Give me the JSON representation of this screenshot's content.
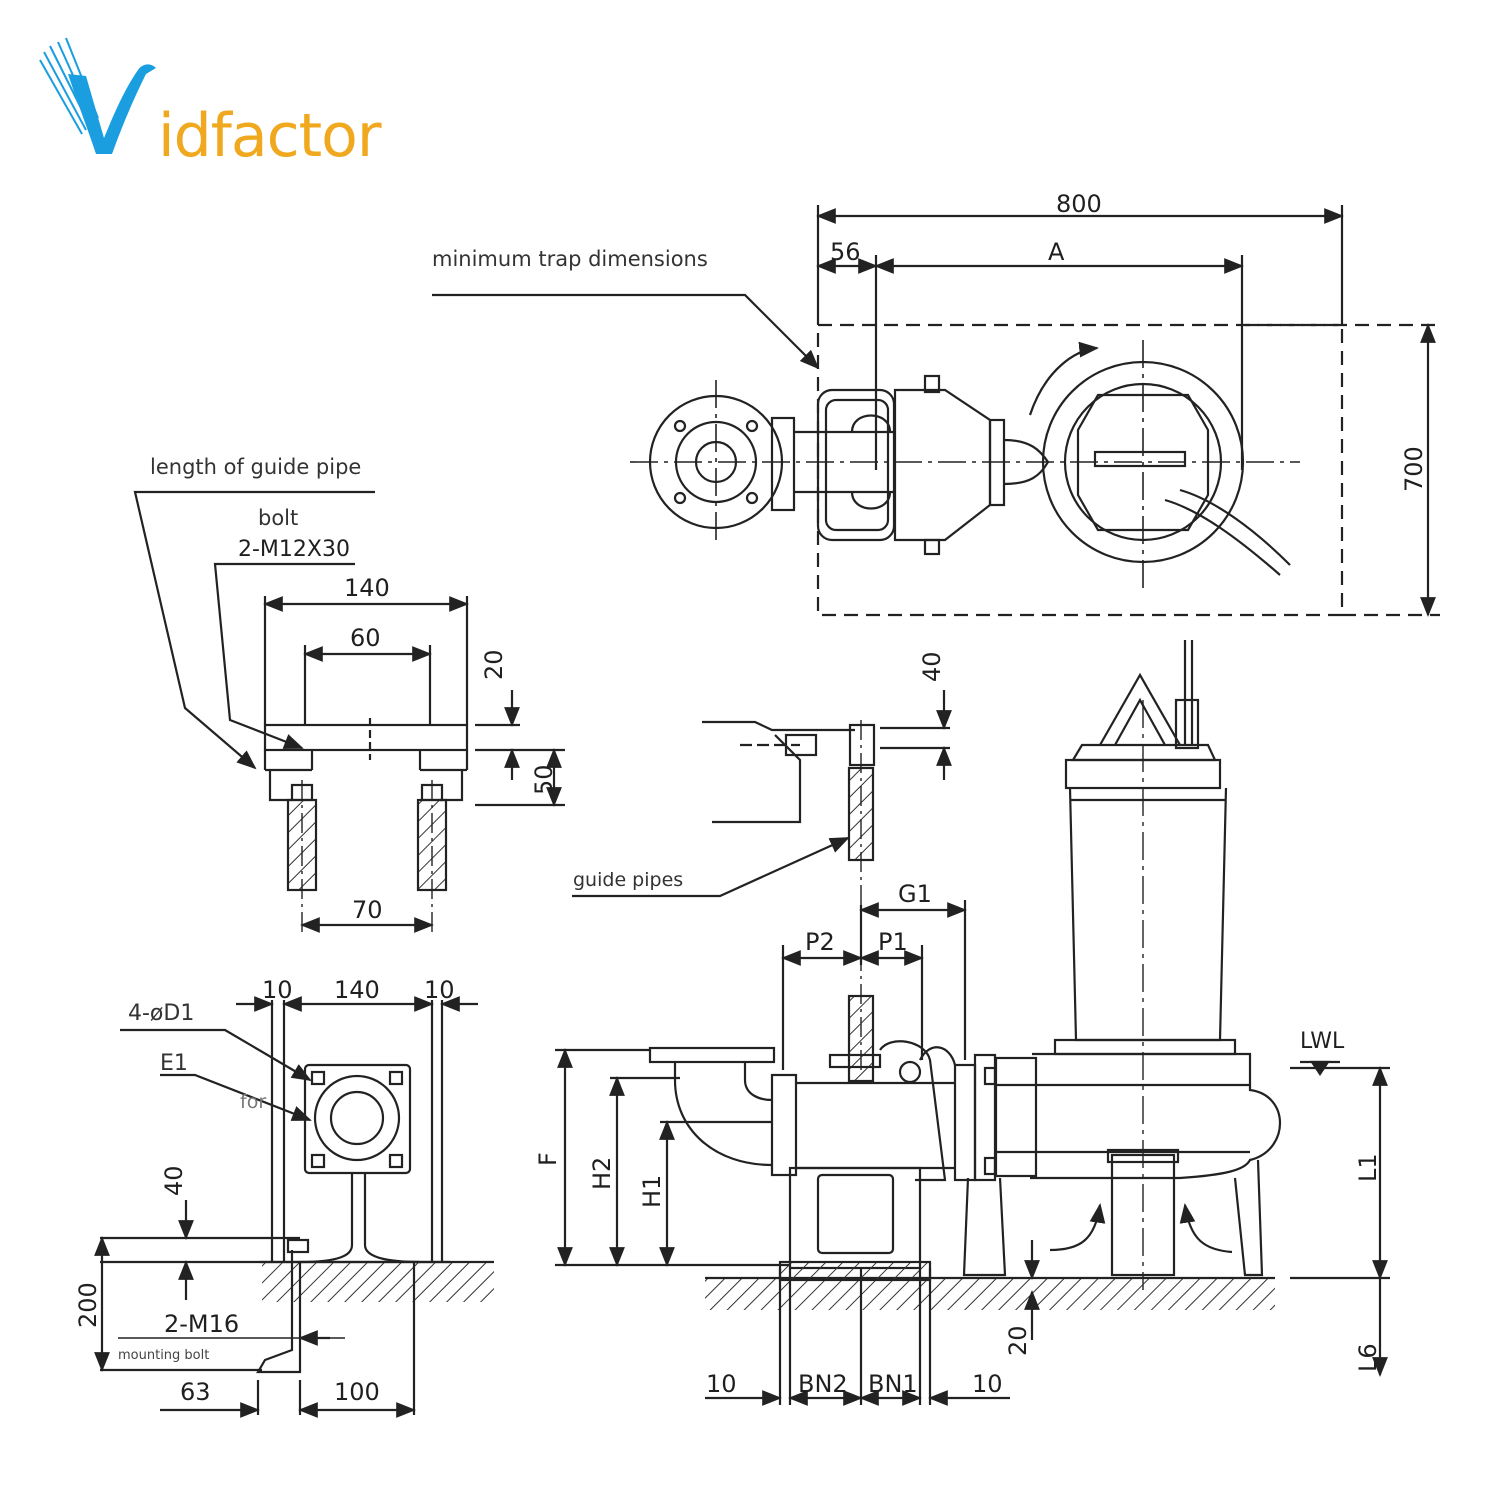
{
  "logo": {
    "first_letter": "V",
    "rest": "idfactor",
    "colors": {
      "blue": "#1a9ee0",
      "orange": "#f0a81e"
    }
  },
  "notes": {
    "trap": "minimum trap dimensions",
    "guide_pipe_length": "length of guide pipe",
    "bolt": "bolt",
    "bolt_spec": "2-M12X30",
    "guide_pipes": "guide pipes",
    "hole": "4-øD1",
    "e1": "E1",
    "for": "for",
    "mounting_bolt_spec": "2-M16",
    "mounting_bolt": "mounting bolt",
    "lwl": "LWL"
  },
  "dims": {
    "top_800": "800",
    "top_56": "56",
    "top_a": "A",
    "top_700": "700",
    "bracket_140": "140",
    "bracket_60": "60",
    "bracket_20": "20",
    "bracket_50": "50",
    "bracket_70": "70",
    "side_40": "40",
    "g1": "G1",
    "p2": "P2",
    "p1": "P1",
    "f": "F",
    "h2": "H2",
    "h1": "H1",
    "l1": "L1",
    "l6": "L6",
    "front_20": "20",
    "bn_10a": "10",
    "bn2": "BN2",
    "bn1": "BN1",
    "bn_10b": "10",
    "base_10a": "10",
    "base_140": "140",
    "base_10b": "10",
    "base_40": "40",
    "base_200": "200",
    "base_63": "63",
    "base_100": "100"
  }
}
